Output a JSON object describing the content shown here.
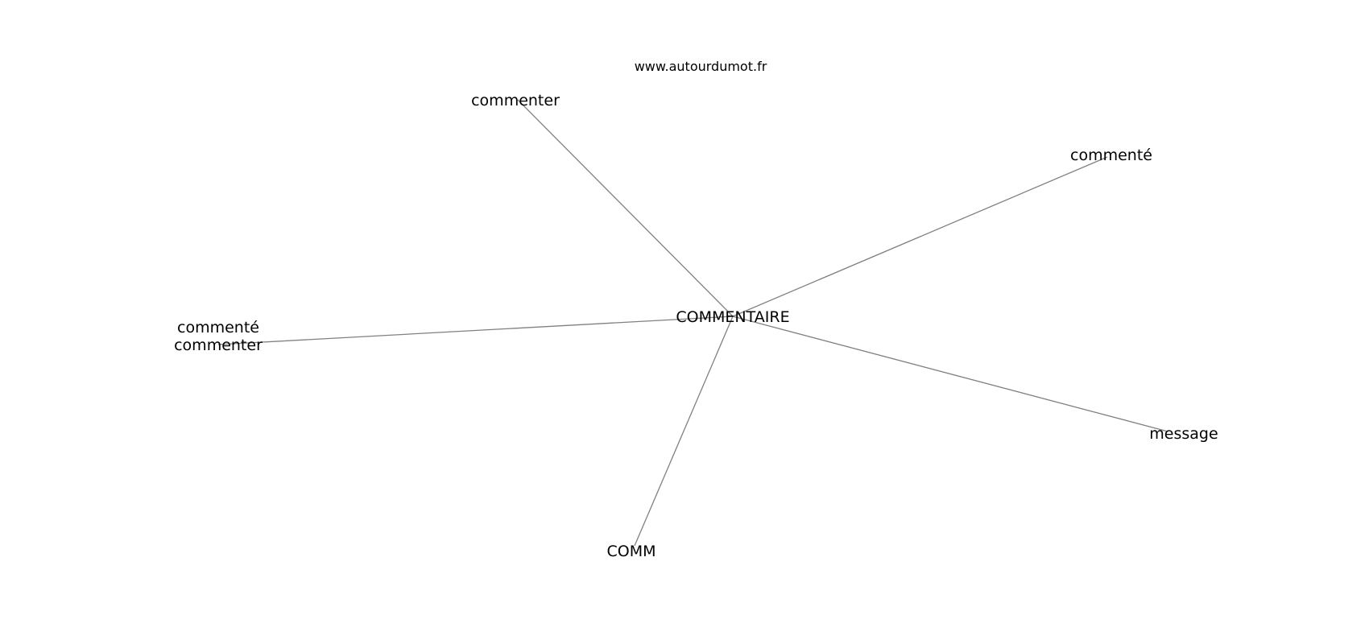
{
  "watermark": "www.autourdumot.fr",
  "graph": {
    "center": "COMMENTAIRE",
    "nodes": [
      {
        "id": "center",
        "lines": [
          "COMMENTAIRE"
        ]
      },
      {
        "id": "commenter",
        "lines": [
          "commenter"
        ]
      },
      {
        "id": "commente",
        "lines": [
          "commenté"
        ]
      },
      {
        "id": "commente-commenter",
        "lines": [
          "commenté",
          "commenter"
        ]
      },
      {
        "id": "message",
        "lines": [
          "message"
        ]
      },
      {
        "id": "comm",
        "lines": [
          "COMM"
        ]
      }
    ],
    "edges": [
      [
        "center",
        "commenter"
      ],
      [
        "center",
        "commente"
      ],
      [
        "center",
        "commente-commenter"
      ],
      [
        "center",
        "message"
      ],
      [
        "center",
        "comm"
      ]
    ]
  }
}
